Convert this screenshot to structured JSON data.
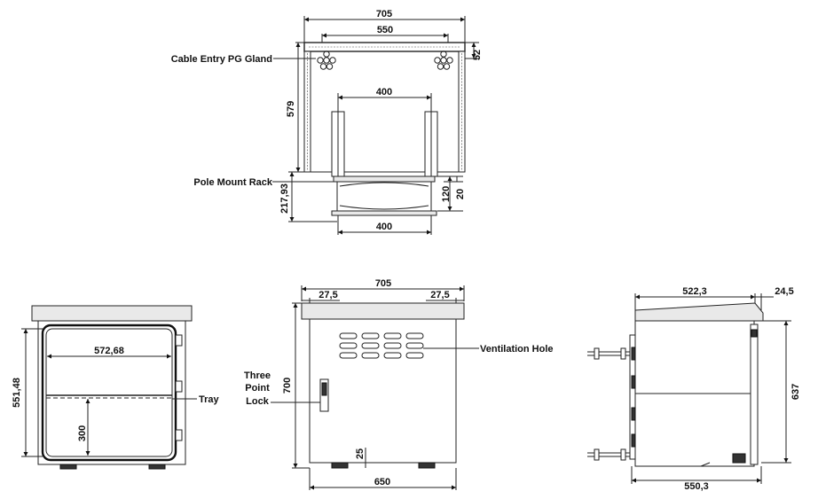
{
  "top_view": {
    "dim_overall_width": "705",
    "dim_inner_width": "550",
    "dim_roof_height": "52",
    "dim_depth": "579",
    "dim_rack_width_top": "400",
    "dim_rack_width_bottom": "400",
    "dim_pole_total": "217,93",
    "dim_pole_120": "120",
    "dim_pole_20": "20",
    "label_cable_entry": "Cable Entry PG Gland",
    "label_pole_mount": "Pole Mount Rack"
  },
  "inside_view": {
    "dim_width": "572,68",
    "dim_height": "551,48",
    "dim_lower": "300",
    "label_tray": "Tray"
  },
  "front_view": {
    "dim_overall_width": "705",
    "dim_left_overhang": "27,5",
    "dim_right_overhang": "27,5",
    "dim_height": "700",
    "dim_base": "25",
    "dim_body_width": "650",
    "label_ventilation": "Ventilation Hole",
    "label_lock_line1": "Three",
    "label_lock_line2": "Point",
    "label_lock_line3": "Lock"
  },
  "side_view": {
    "dim_top_depth": "522,3",
    "dim_overhang": "24,5",
    "dim_height": "637",
    "dim_bottom_depth": "550,3"
  }
}
